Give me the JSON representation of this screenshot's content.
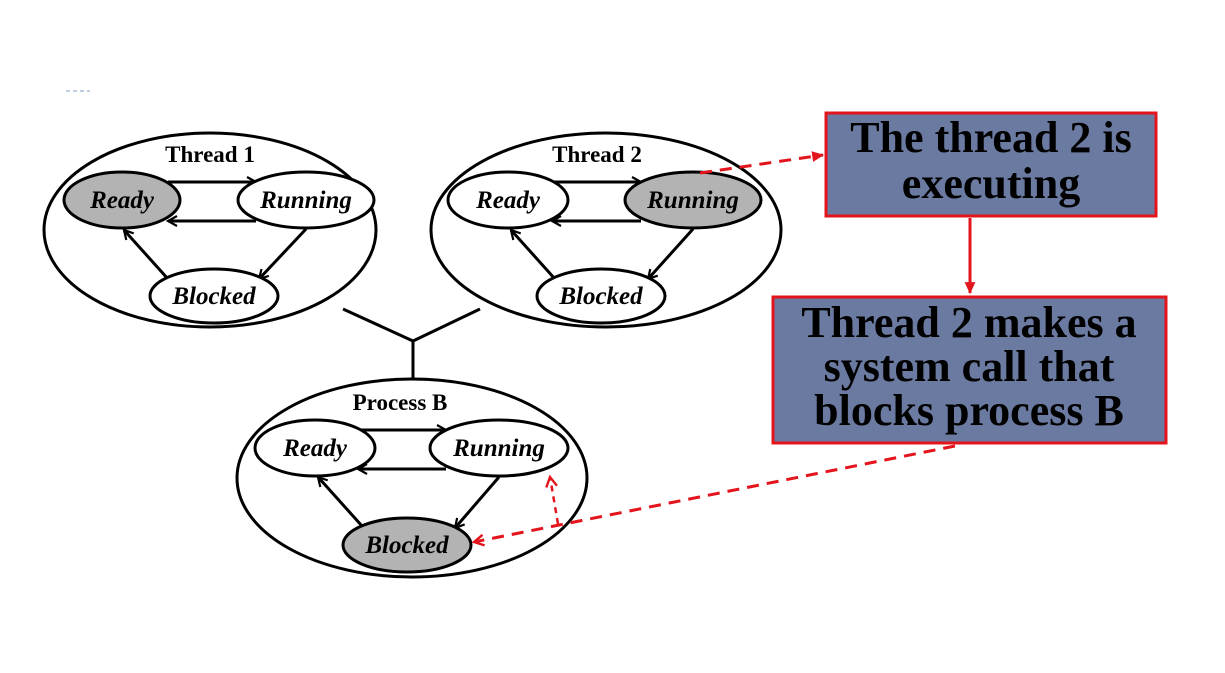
{
  "diagram": {
    "groups": [
      {
        "id": "thread1",
        "title": "Thread 1",
        "states": {
          "ready": {
            "label": "Ready",
            "active": true
          },
          "running": {
            "label": "Running",
            "active": false
          },
          "blocked": {
            "label": "Blocked",
            "active": false
          }
        }
      },
      {
        "id": "thread2",
        "title": "Thread 2",
        "states": {
          "ready": {
            "label": "Ready",
            "active": false
          },
          "running": {
            "label": "Running",
            "active": true
          },
          "blocked": {
            "label": "Blocked",
            "active": false
          }
        }
      },
      {
        "id": "processB",
        "title": "Process B",
        "states": {
          "ready": {
            "label": "Ready",
            "active": false
          },
          "running": {
            "label": "Running",
            "active": false
          },
          "blocked": {
            "label": "Blocked",
            "active": true
          }
        }
      }
    ],
    "callouts": {
      "executing": {
        "lines": [
          "The thread 2 is",
          "executing"
        ]
      },
      "syscall": {
        "lines": [
          "Thread 2 makes a",
          "system call that",
          "blocks process B"
        ]
      }
    },
    "colors": {
      "active_state_fill": "#b3b3b3",
      "state_fill": "#ffffff",
      "callout_fill": "#6b7aa1",
      "callout_border": "#e3141c",
      "annotation_arrow": "#e3141c",
      "decor_dash": "#a9bfdc"
    }
  }
}
